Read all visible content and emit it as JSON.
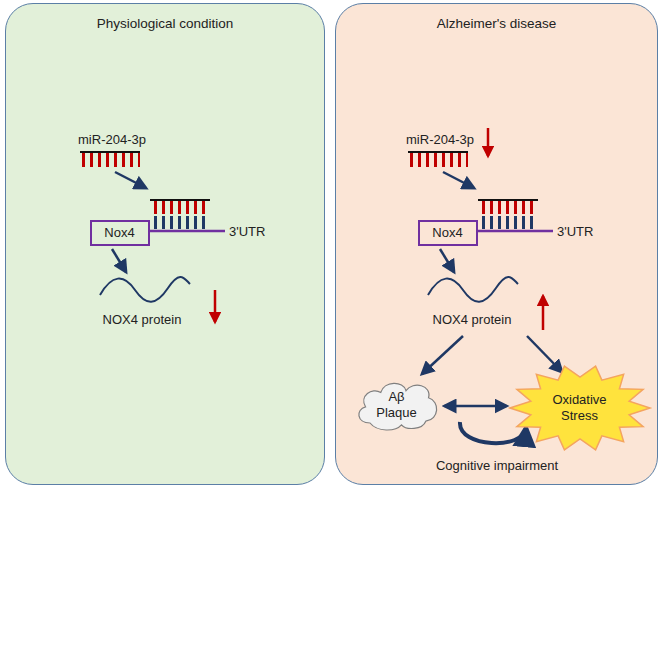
{
  "diagram": {
    "nodes": [
      {
        "text": [
          "Physiological condition"
        ]
      },
      {
        "text": [
          "Nox4"
        ],
        "in": 0
      },
      {
        "text": [
          "Alzheimer's disease"
        ]
      },
      {
        "text": [
          "Nox4"
        ],
        "in": 2
      },
      {
        "text": [
          "Aβ Plaque"
        ],
        "in": 2
      },
      {
        "text": [
          "Oxidative Stress"
        ],
        "in": 2
      }
    ],
    "edges": [
      {
        "from": 4,
        "to": 5,
        "arrow": "both"
      }
    ],
    "labels": [
      "miR-204-3p",
      "3'UTR",
      "NOX4 protein",
      "miR-204-3p",
      "3'UTR",
      "NOX4 protein",
      "Cognitive impairment"
    ]
  }
}
